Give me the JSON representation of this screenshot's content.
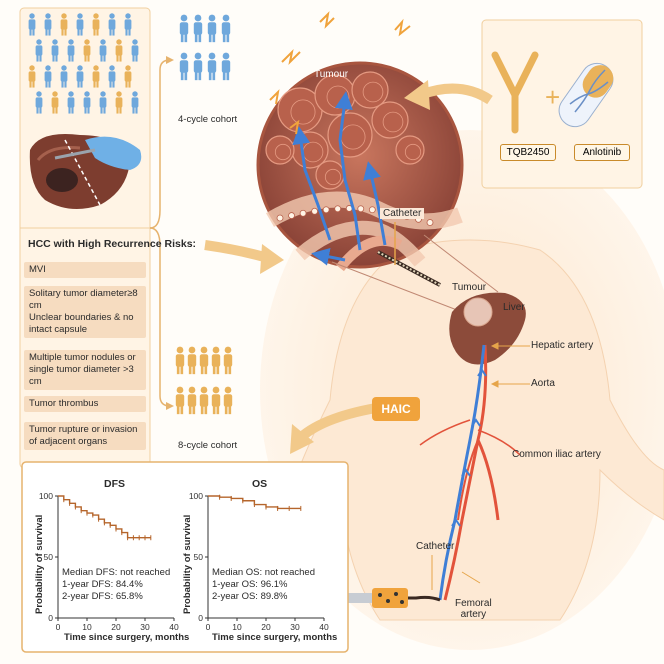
{
  "risks": {
    "title": "HCC with High Recurrence Risks:",
    "items": [
      "MVI",
      "Solitary tumor diameter≥8 cm",
      "Unclear boundaries & no intact capsule",
      "Multiple tumor nodules or single tumor diameter >3 cm",
      "Tumor thrombus",
      "Tumor rupture or invasion of adjacent organs"
    ]
  },
  "cohorts": {
    "four": "4-cycle cohort",
    "eight": "8-cycle cohort"
  },
  "drugs": {
    "drug1": "TQB2450",
    "drug2": "Anlotinib",
    "plus": "+"
  },
  "zoom": {
    "tumour": "Tumour",
    "catheter": "Catheter"
  },
  "anatomy": {
    "tumour": "Tumour",
    "liver": "Liver",
    "hepatic_artery": "Hepatic artery",
    "aorta": "Aorta",
    "common_iliac": "Common iliac artery",
    "catheter": "Catheter",
    "femoral_line1": "Femoral",
    "femoral_line2": "artery"
  },
  "haic": "HAIC",
  "colors": {
    "accent": "#f0a33c",
    "vessel": "#e2533b",
    "flow": "#3f7fd6",
    "liver": "#8c4b3a",
    "panel_bg": "#fff4e5"
  },
  "chart_data": [
    {
      "type": "line",
      "title": "DFS",
      "ylabel": "Probability of survival",
      "xlabel": "Time since surgery, months",
      "xlim": [
        0,
        40
      ],
      "ylim": [
        0,
        100
      ],
      "xticks": [
        "0",
        "10",
        "20",
        "30",
        "40"
      ],
      "yticks": [
        "0",
        "50",
        "100"
      ],
      "stats": [
        "Median DFS: not reached",
        "1-year DFS: 84.4%",
        "2-year DFS: 65.8%"
      ],
      "x": [
        0,
        2,
        4,
        6,
        8,
        10,
        12,
        14,
        16,
        18,
        20,
        22,
        24,
        26,
        28,
        30,
        32
      ],
      "values": [
        100,
        97,
        94,
        91,
        88,
        86,
        84.4,
        81,
        78,
        76,
        73,
        70,
        65.8,
        65.8,
        65.8,
        65.8,
        65.8
      ]
    },
    {
      "type": "line",
      "title": "OS",
      "ylabel": "Probability of survival",
      "xlabel": "Time since surgery, months",
      "xlim": [
        0,
        40
      ],
      "ylim": [
        0,
        100
      ],
      "xticks": [
        "0",
        "10",
        "20",
        "30",
        "40"
      ],
      "yticks": [
        "0",
        "50",
        "100"
      ],
      "stats": [
        "Median OS: not reached",
        "1-year OS: 96.1%",
        "2-year OS: 89.8%"
      ],
      "x": [
        0,
        4,
        8,
        12,
        16,
        20,
        24,
        28,
        32
      ],
      "values": [
        100,
        99,
        98,
        96.1,
        93,
        91,
        89.8,
        89.8,
        89.8
      ]
    }
  ]
}
